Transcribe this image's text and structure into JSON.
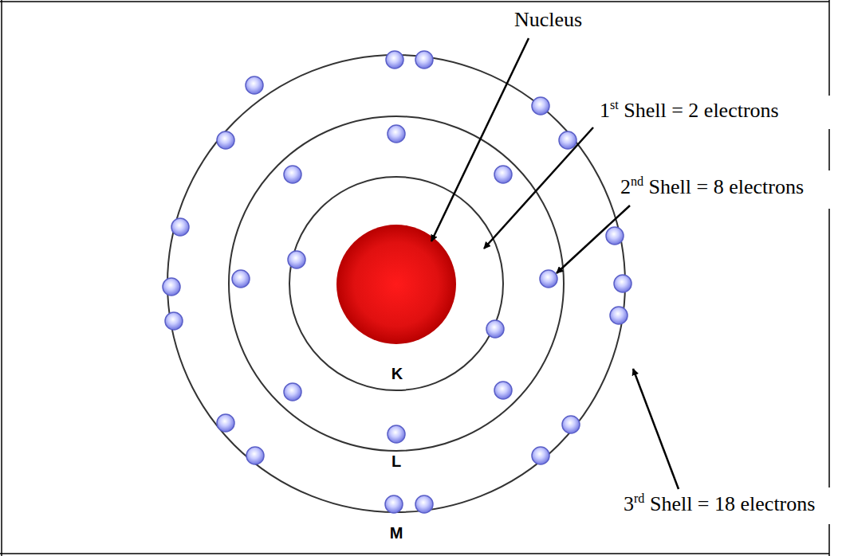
{
  "diagram": {
    "labels": [
      "Nucleus",
      "1st Shell = 2 electrons",
      "2nd Shell = 8 electrons",
      "3rd Shell = 18 electrons",
      "K",
      "L",
      "M"
    ]
  }
}
